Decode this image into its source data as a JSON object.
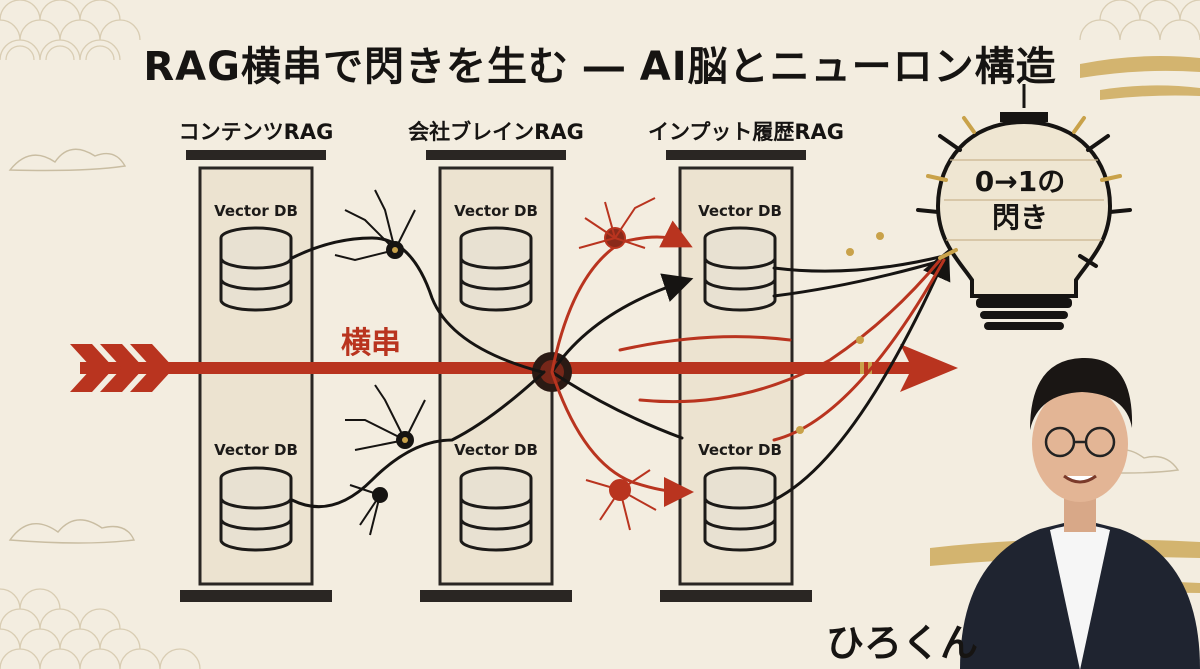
{
  "title": "RAG横串で閃きを生む ― AI脳とニューロン構造",
  "columns": [
    {
      "label": "コンテンツRAG",
      "db_top": "Vector DB",
      "db_bottom": "Vector DB"
    },
    {
      "label": "会社ブレインRAG",
      "db_top": "Vector DB",
      "db_bottom": "Vector DB"
    },
    {
      "label": "インプット履歴RAG",
      "db_top": "Vector DB",
      "db_bottom": "Vector DB"
    }
  ],
  "arrow_label": "横串",
  "bulb": {
    "line1": "0→1の",
    "line2": "閃き"
  },
  "presenter": {
    "name": "ひろくん"
  },
  "colors": {
    "background": "#f3ede0",
    "accent_red": "#b9341f",
    "ink": "#161412",
    "gold": "#c9a24a"
  },
  "icons": [
    "database-icon",
    "neuron-icon",
    "arrow-icon",
    "lightbulb-icon"
  ]
}
